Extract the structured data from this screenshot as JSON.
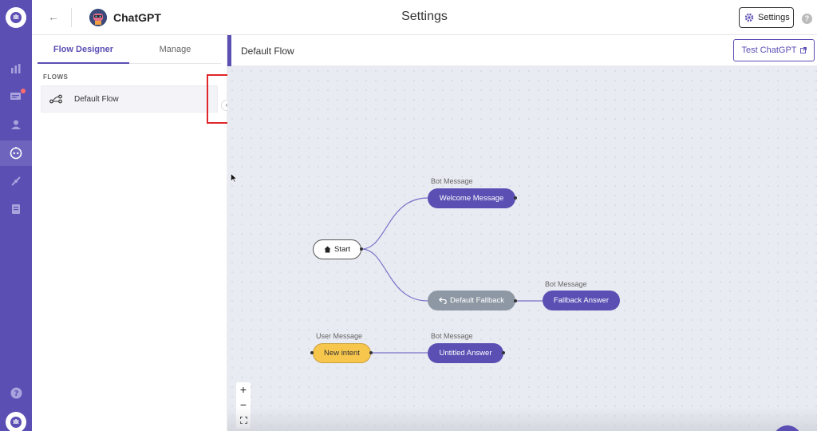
{
  "header": {
    "bot_name": "ChatGPT",
    "page_title": "Settings",
    "settings_label": "Settings",
    "help_icon": "question-circle-icon"
  },
  "sidebar": {
    "tabs": [
      {
        "label": "Flow Designer",
        "active": true
      },
      {
        "label": "Manage",
        "active": false
      }
    ],
    "section_label": "FLOWS",
    "flows": [
      {
        "label": "Default Flow",
        "icon": "flow-icon"
      }
    ]
  },
  "flow": {
    "title": "Default Flow",
    "test_label": "Test ChatGPT"
  },
  "canvas": {
    "nodes": {
      "start": {
        "label": "Start",
        "icon": "home-icon"
      },
      "welcome": {
        "type_label": "Bot Message",
        "label": "Welcome Message"
      },
      "default_fallback": {
        "label": "Default Fallback",
        "icon": "undo-icon"
      },
      "fallback_answer": {
        "type_label": "Bot Message",
        "label": "Fallback Answer"
      },
      "new_intent": {
        "type_label": "User Message",
        "label": "New intent"
      },
      "untitled_answer": {
        "type_label": "Bot Message",
        "label": "Untitled Answer"
      }
    },
    "zoom": {
      "in": "+",
      "out": "−"
    }
  },
  "colors": {
    "brand": "#5b4fb4",
    "user_node": "#f7c64d",
    "fallback_node": "#8e98a4",
    "highlight": "#e0262a"
  }
}
